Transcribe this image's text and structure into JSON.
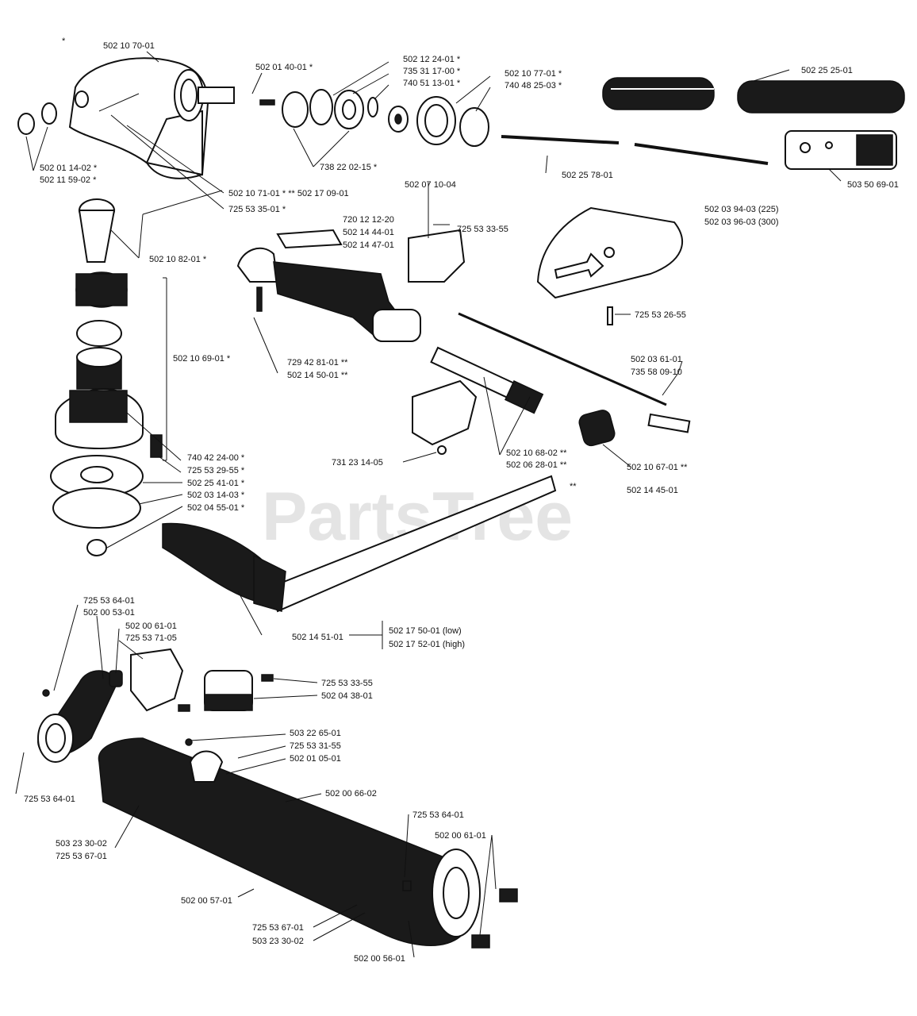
{
  "watermark": "PartsTree",
  "callouts": [
    {
      "id": "c01",
      "text": "502 10 70-01"
    },
    {
      "id": "c02",
      "text": "*"
    },
    {
      "id": "c03",
      "text": "502 01 40-01  *"
    },
    {
      "id": "c04",
      "text": "502 12 24-01  *"
    },
    {
      "id": "c05",
      "text": "735 31 17-00  *"
    },
    {
      "id": "c06",
      "text": "740 51 13-01  *"
    },
    {
      "id": "c07",
      "text": "502 10 77-01  *"
    },
    {
      "id": "c08",
      "text": "740 48 25-03  *"
    },
    {
      "id": "c09",
      "text": "502 25 25-01"
    },
    {
      "id": "c10",
      "text": "502 01 14-02  *"
    },
    {
      "id": "c11",
      "text": "502 11 59-02  *"
    },
    {
      "id": "c12",
      "text": "738 22 02-15  *"
    },
    {
      "id": "c13",
      "text": "502 25 78-01"
    },
    {
      "id": "c14",
      "text": "503 50 69-01"
    },
    {
      "id": "c15",
      "text": "502 10 71-01  *  **  502 17 09-01"
    },
    {
      "id": "c16",
      "text": "725 53 35-01  *"
    },
    {
      "id": "c17",
      "text": "502 07 10-04"
    },
    {
      "id": "c18",
      "text": "720 12 12-20"
    },
    {
      "id": "c19",
      "text": "725 53 33-55"
    },
    {
      "id": "c20",
      "text": "502 14 44-01"
    },
    {
      "id": "c21",
      "text": "502 14 47-01"
    },
    {
      "id": "c22",
      "text": "502 03 94-03 (225)"
    },
    {
      "id": "c23",
      "text": "502 03 96-03 (300)"
    },
    {
      "id": "c24",
      "text": "502 10 82-01  *"
    },
    {
      "id": "c25",
      "text": "725 53 26-55"
    },
    {
      "id": "c26",
      "text": "502 10 69-01  *"
    },
    {
      "id": "c27",
      "text": "729 42 81-01  **"
    },
    {
      "id": "c28",
      "text": "502 14 50-01  **"
    },
    {
      "id": "c29",
      "text": "502 03 61-01"
    },
    {
      "id": "c30",
      "text": "735 58 09-10"
    },
    {
      "id": "c31",
      "text": "740 42 24-00  *"
    },
    {
      "id": "c32",
      "text": "725 53 29-55  *"
    },
    {
      "id": "c33",
      "text": "731 23 14-05"
    },
    {
      "id": "c34",
      "text": "502 10 68-02  **"
    },
    {
      "id": "c35",
      "text": "502 06 28-01  **"
    },
    {
      "id": "c36",
      "text": "502 10 67-01  **"
    },
    {
      "id": "c37",
      "text": "502 25 41-01  *"
    },
    {
      "id": "c38",
      "text": "502 03 14-03  *"
    },
    {
      "id": "c39",
      "text": "502 04 55-01  *"
    },
    {
      "id": "c40",
      "text": "**"
    },
    {
      "id": "c41",
      "text": "502 14 45-01"
    },
    {
      "id": "c42",
      "text": "502 17 50-01  (low)"
    },
    {
      "id": "c43",
      "text": "502 17 52-01  (high)"
    },
    {
      "id": "c44",
      "text": "502 14 51-01"
    },
    {
      "id": "c45",
      "text": "725 53 64-01"
    },
    {
      "id": "c46",
      "text": "502 00 53-01"
    },
    {
      "id": "c47",
      "text": "502 00 61-01"
    },
    {
      "id": "c48",
      "text": "725 53 71-05"
    },
    {
      "id": "c49",
      "text": "725 53 33-55"
    },
    {
      "id": "c50",
      "text": "502 04 38-01"
    },
    {
      "id": "c51",
      "text": "503 22 65-01"
    },
    {
      "id": "c52",
      "text": "725 53 31-55"
    },
    {
      "id": "c53",
      "text": "502 01 05-01"
    },
    {
      "id": "c54",
      "text": "502 00 66-02"
    },
    {
      "id": "c55",
      "text": "725 53 64-01"
    },
    {
      "id": "c56",
      "text": "725 53 64-01"
    },
    {
      "id": "c57",
      "text": "502 00 61-01"
    },
    {
      "id": "c58",
      "text": "503 23 30-02"
    },
    {
      "id": "c59",
      "text": "725 53 67-01"
    },
    {
      "id": "c60",
      "text": "502 00 57-01"
    },
    {
      "id": "c61",
      "text": "725 53 67-01"
    },
    {
      "id": "c62",
      "text": "503 23 30-02"
    },
    {
      "id": "c63",
      "text": "502 00 56-01"
    }
  ]
}
